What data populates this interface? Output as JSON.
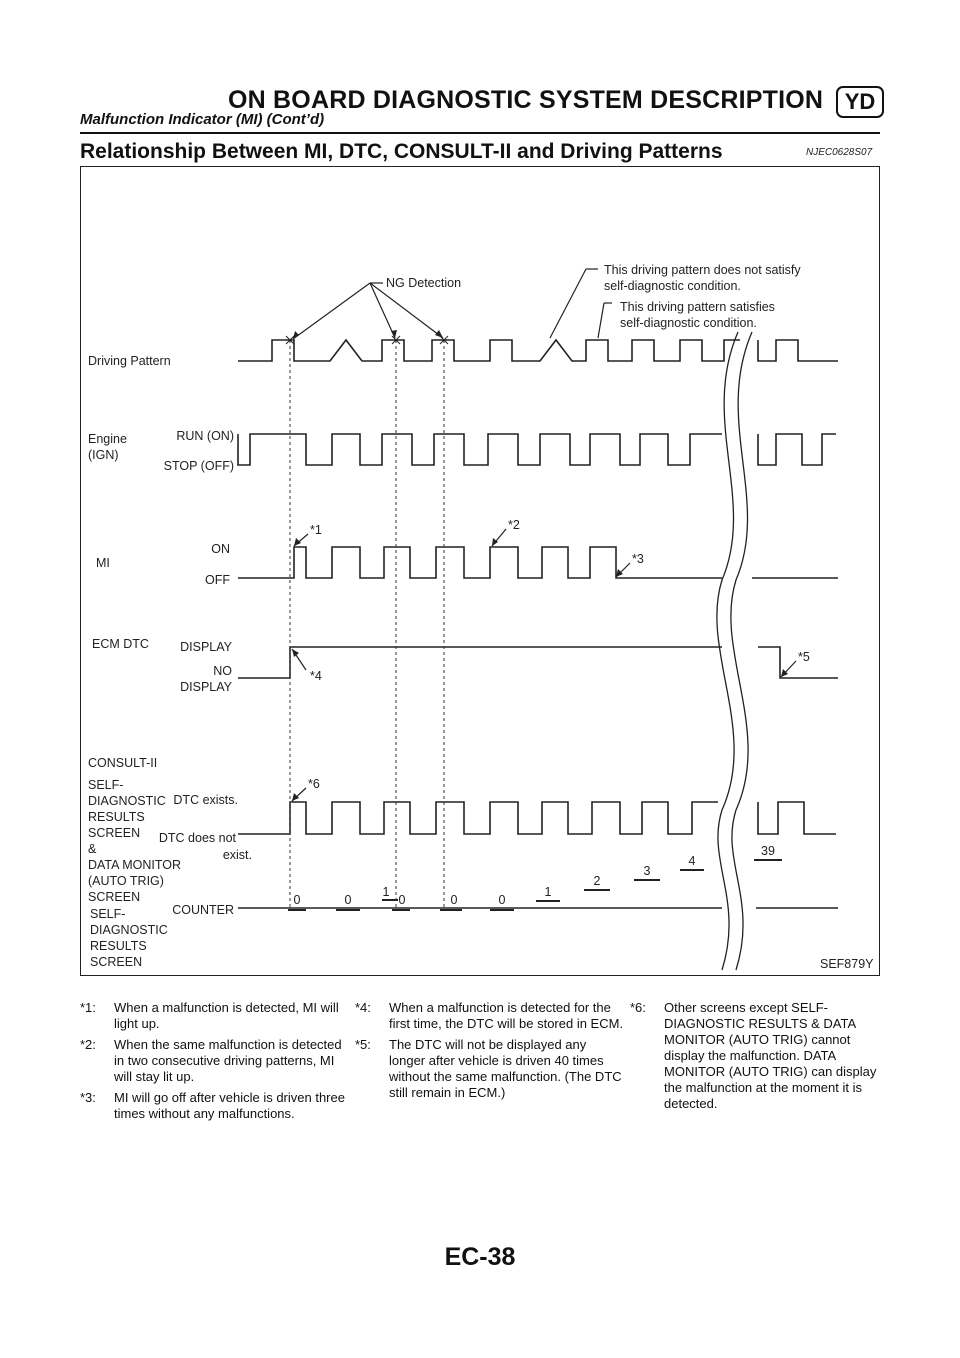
{
  "header": {
    "title": "ON BOARD DIAGNOSTIC SYSTEM DESCRIPTION",
    "badge": "YD",
    "subtitle": "Malfunction Indicator (MI) (Cont’d)"
  },
  "section": {
    "title": "Relationship Between MI, DTC, CONSULT-II and Driving Patterns",
    "code": "NJEC0628S07"
  },
  "diagram": {
    "callouts": {
      "ng_detection": "NG Detection",
      "not_satisfy_1": "This driving pattern does not satisfy",
      "not_satisfy_2": "self-diagnostic condition.",
      "satisfies_1": "This driving pattern   satisfies",
      "satisfies_2": "self-diagnostic condition."
    },
    "row_labels": {
      "driving_pattern": "Driving Pattern",
      "engine_1": "Engine",
      "engine_2": "(IGN)",
      "mi": "MI",
      "ecm_dtc": "ECM  DTC",
      "consult": "CONSULT-II",
      "self_diag_1": "SELF-",
      "self_diag_2": "DIAGNOSTIC",
      "self_diag_3": "RESULTS",
      "self_diag_4": "SCREEN",
      "self_diag_5": "&",
      "self_diag_6": "DATA  MONITOR",
      "self_diag_7": "(AUTO  TRIG)",
      "self_diag_8": "SCREEN",
      "counter_1": "SELF-",
      "counter_2": "DIAGNOSTIC",
      "counter_3": "RESULTS",
      "counter_4": "SCREEN"
    },
    "state_labels": {
      "run": "RUN  (ON)",
      "stop": "STOP  (OFF)",
      "on": "ON",
      "off": "OFF",
      "display": "DISPLAY",
      "no_display_1": "NO",
      "no_display_2": "DISPLAY",
      "dtc_exists": "DTC  exists.",
      "dtc_not_1": "DTC  does  not",
      "dtc_not_2": "exist.",
      "counter": "COUNTER"
    },
    "markers": [
      "*1",
      "*2",
      "*3",
      "*4",
      "*5",
      "*6"
    ],
    "counter_values": [
      "0",
      "0",
      "1",
      "0",
      "0",
      "0",
      "1",
      "2",
      "3",
      "4",
      "39"
    ],
    "figure_id": "SEF879Y"
  },
  "notes": {
    "col1": [
      {
        "key": "*1:",
        "text": "When a malfunction is detected, MI will light up."
      },
      {
        "key": "*2:",
        "text": "When the same malfunction is detected in two consecutive driving patterns, MI will stay lit up."
      },
      {
        "key": "*3:",
        "text": "MI will go off after vehicle is driven three times without any malfunctions."
      }
    ],
    "col2": [
      {
        "key": "*4:",
        "text": "When a malfunction is detected for the first time, the DTC will be stored in ECM."
      },
      {
        "key": "*5:",
        "text": "The DTC will not be displayed any longer after vehicle is driven 40 times without the same malfunction. (The DTC still remain in ECM.)"
      }
    ],
    "col3": [
      {
        "key": "*6:",
        "text": "Other screens except SELF-DIAGNOSTIC RESULTS & DATA MONITOR (AUTO TRIG) cannot display the malfunction. DATA MONITOR (AUTO TRIG) can display the malfunction at the moment it is detected."
      }
    ]
  },
  "footer": {
    "page_number": "EC-38"
  }
}
